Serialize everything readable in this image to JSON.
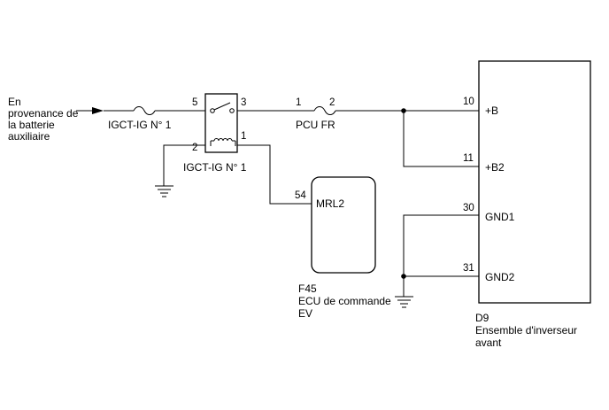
{
  "source": {
    "lines": [
      "En",
      "provenance de",
      "la batterie",
      "auxiliaire"
    ]
  },
  "fuse_igct": {
    "label": "IGCT-IG N° 1"
  },
  "relay": {
    "label": "IGCT-IG N° 1",
    "pins": {
      "in": "5",
      "out": "3",
      "coil_gnd": "2",
      "coil_ctrl": "1"
    }
  },
  "fuse_pcu": {
    "label": "PCU FR",
    "pin_left": "1",
    "pin_right": "2"
  },
  "ecu": {
    "code": "F45",
    "name_lines": [
      "ECU de commande",
      "EV"
    ],
    "terminal": {
      "pin": "54",
      "name": "MRL2"
    }
  },
  "inverter": {
    "code": "D9",
    "name_lines": [
      "Ensemble d'inverseur",
      "avant"
    ],
    "terminals": [
      {
        "pin": "10",
        "name": "+B"
      },
      {
        "pin": "11",
        "name": "+B2"
      },
      {
        "pin": "30",
        "name": "GND1"
      },
      {
        "pin": "31",
        "name": "GND2"
      }
    ]
  }
}
